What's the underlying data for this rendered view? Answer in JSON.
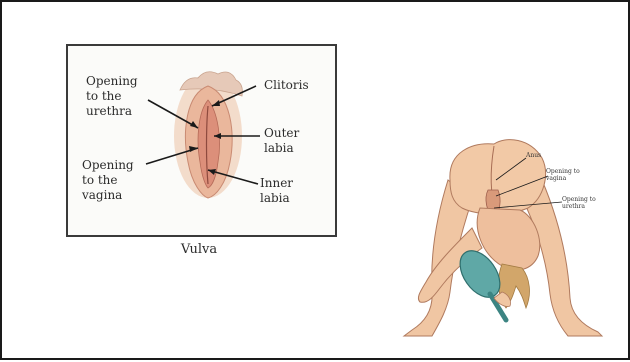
{
  "vulva_diagram": {
    "caption": "Vulva",
    "labels": {
      "opening_urethra": "Opening\nto the\nurethra",
      "opening_vagina": "Opening\nto the\nvagina",
      "clitoris": "Clitoris",
      "outer_labia": "Outer\nlabia",
      "inner_labia": "Inner\nlabia"
    }
  },
  "mirror_illustration": {
    "labels": {
      "anus": "Anus",
      "opening_vagina": "Opening to\nvagina",
      "opening_urethra": "Opening to\nurethra"
    }
  },
  "colors": {
    "skin": "#f0c6a3",
    "skin_shade": "#d99a7a",
    "tissue": "#e0a08c",
    "hair": "#d2a66a",
    "mirror": "#5fa8a6",
    "arrow": "#1a1a1a"
  }
}
